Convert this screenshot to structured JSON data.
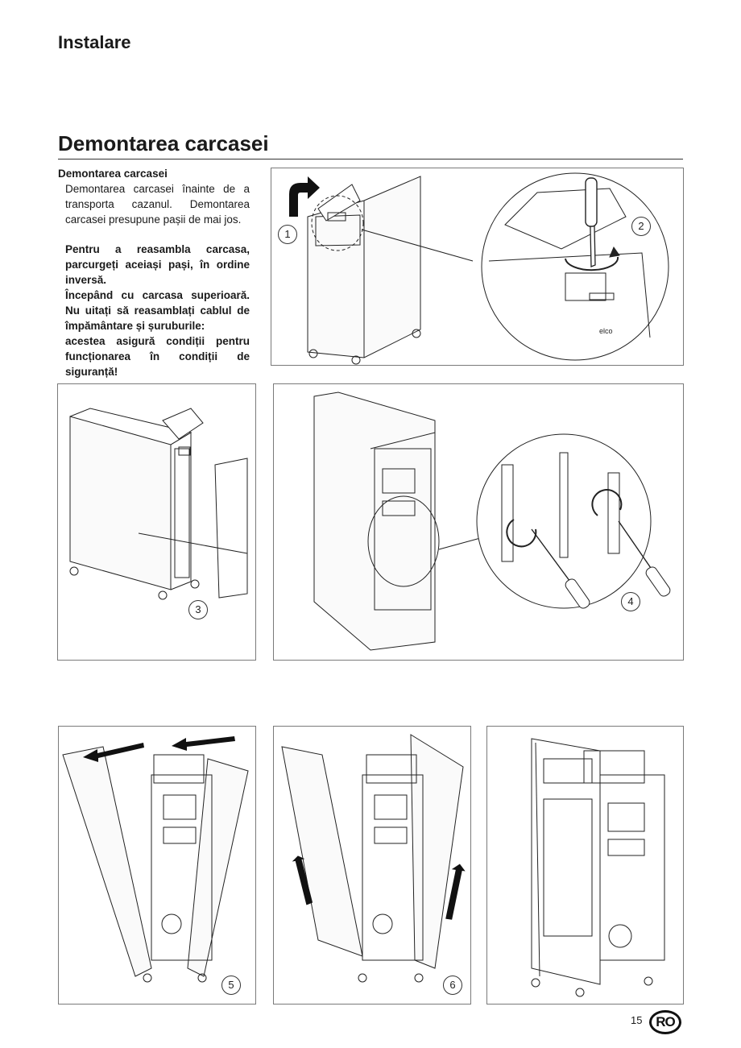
{
  "header": {
    "section": "Instalare"
  },
  "chapter": {
    "title": "Demontarea carcasei"
  },
  "intro": {
    "subheading": "Demontarea carcasei",
    "body": "Demontarea carcasei înainte de a transporta cazanul. Demontarea carcasei presupune pașii de mai jos.",
    "reassemble": "Pentru a reasambla carcasa, parcurgeți aceiași pași, în ordine inversă.",
    "start_note": "Începând cu carcasa superioară. Nu uitați să reasamblați cablul de împământare și șuruburile:",
    "safety_note": "acestea asigură condiții pentru funcționarea în condiții de siguranță!"
  },
  "figures": {
    "step1": "1",
    "step2": "2",
    "step3": "3",
    "step4": "4",
    "step5": "5",
    "step6": "6",
    "brand_label": "elco"
  },
  "footer": {
    "page_number": "15",
    "language": "RO"
  }
}
